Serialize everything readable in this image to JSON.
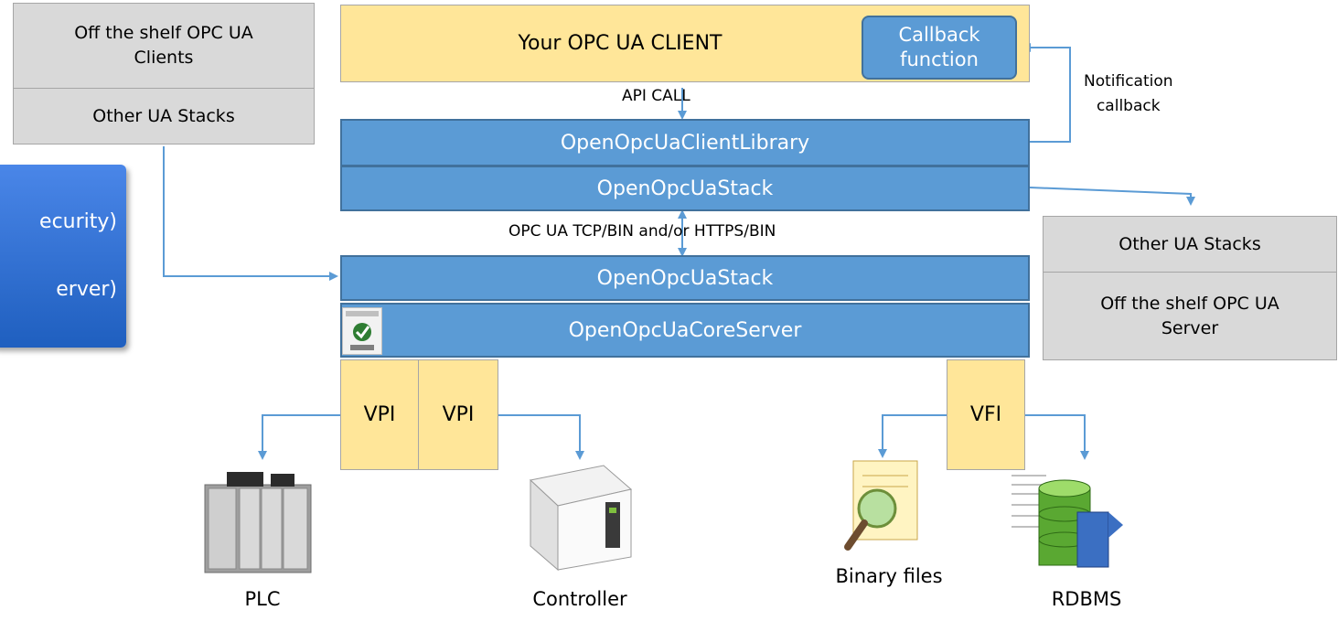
{
  "client": {
    "title": "Your OPC UA CLIENT",
    "callback": "Callback\nfunction"
  },
  "labels": {
    "api_call": "API CALL",
    "notification": "Notification\ncallback",
    "transport": "OPC UA TCP/BIN and/or HTTPS/BIN"
  },
  "client_library": "OpenOpcUaClientLibrary",
  "client_stack": "OpenOpcUaStack",
  "server_stack": "OpenOpcUaStack",
  "core_server": "OpenOpcUaCoreServer",
  "left_box": {
    "top": "Off the shelf OPC UA\nClients",
    "bottom": "Other UA Stacks"
  },
  "right_box": {
    "top": "Other UA Stacks",
    "bottom": "Off the shelf OPC UA\nServer"
  },
  "partial_box": {
    "line1": "ecurity)",
    "line2": "erver)"
  },
  "plugins": {
    "vpi1": "VPI",
    "vpi2": "VPI",
    "vfi": "VFI"
  },
  "devices": {
    "plc": "PLC",
    "controller": "Controller",
    "binary": "Binary files",
    "rdbms": "RDBMS"
  },
  "colors": {
    "accent_blue": "#5b9bd5",
    "client_yellow": "#ffe699",
    "stack_gray": "#d9d9d9",
    "dark_blue_partial": "#1f5fbf"
  }
}
